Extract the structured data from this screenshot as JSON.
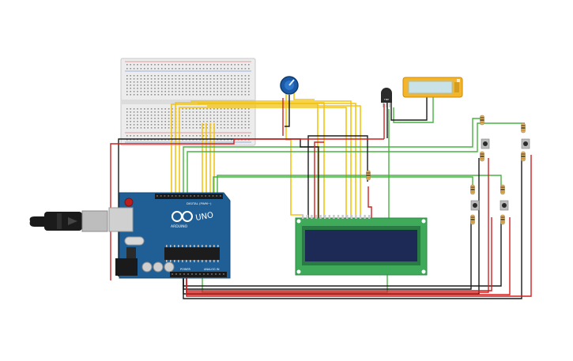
{
  "canvas": {
    "background": "#ffffff"
  },
  "arduino": {
    "brand": "ARDUINO",
    "model": "UNO",
    "digital_label": "DIGITAL (PWM~)",
    "power_label": "POWER",
    "analog_label": "ANALOG IN",
    "board_color": "#1f5f96",
    "logo": "arduino-infinity-logo"
  },
  "temp_sensor": {
    "label": "TMP"
  },
  "colors": {
    "wire_yellow": "#f2c417",
    "wire_red": "#d21f1f",
    "wire_black": "#1b1b1b",
    "wire_green": "#46b340",
    "lcd_board": "#3faa5a",
    "lcd_screen": "#1d2a55",
    "breadboard": "#eeeeee",
    "potentiometer": "#1a5aa6",
    "small_lcd_frame": "#f5b52a"
  },
  "components": [
    "breadboard",
    "potentiometer",
    "temperature-sensor",
    "small-lcd-display",
    "lcd-16x2",
    "arduino-uno",
    "usb-cable",
    "pushbutton",
    "resistor"
  ]
}
